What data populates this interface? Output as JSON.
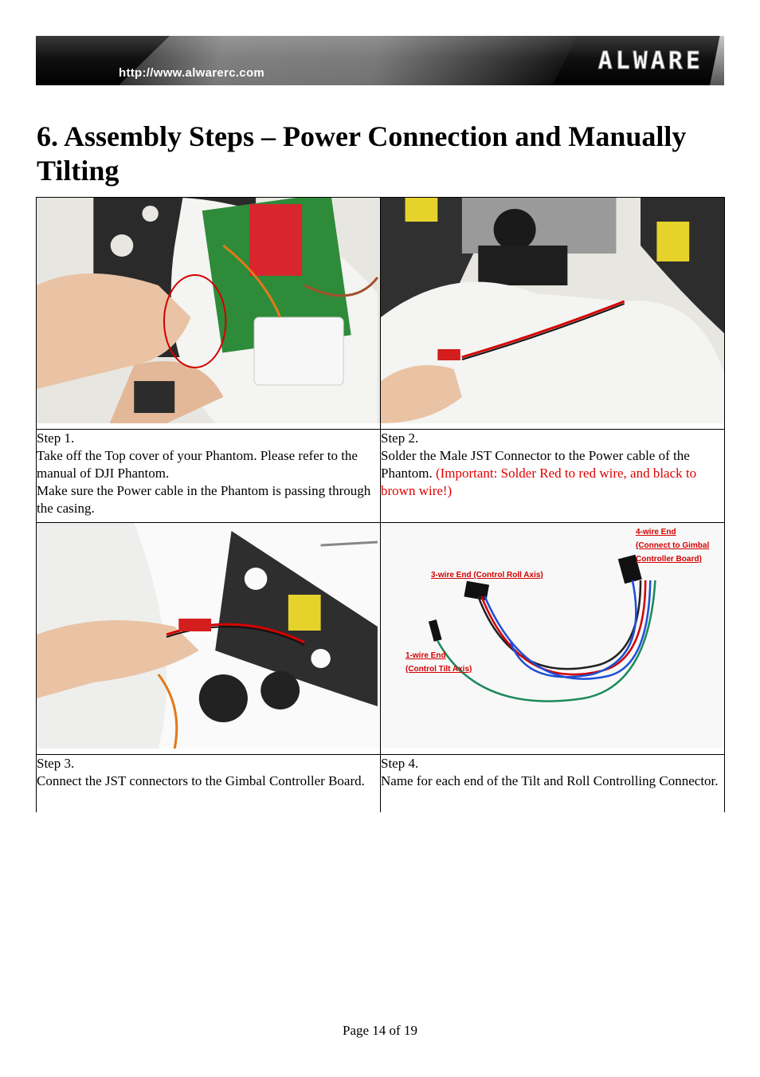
{
  "header": {
    "url": "http://www.alwarerc.com",
    "brand": "ALWARE"
  },
  "title": "6. Assembly Steps – Power Connection and Manually Tilting",
  "steps": [
    {
      "label": "Step 1.",
      "lines": [
        "Take off the Top cover of your Phantom. Please refer to the manual of DJI Phantom.",
        "Make sure the Power cable in the Phantom is passing through the casing."
      ]
    },
    {
      "label": "Step 2.",
      "text": "Solder the Male JST Connector to the Power cable of the Phantom.",
      "important": "(Important: Solder Red to red wire, and black to brown wire!)"
    },
    {
      "label": "Step 3.",
      "lines": [
        "Connect the JST connectors to the Gimbal Controller Board."
      ]
    },
    {
      "label": "Step 4.",
      "lines": [
        "Name for each end of the Tilt and Roll Controlling Connector."
      ]
    }
  ],
  "photo_labels": {
    "four_wire": "4-wire End",
    "four_wire_note_1": "(Connect to Gimbal",
    "four_wire_note_2": "Controller Board)",
    "three_wire": "3-wire End (Control Roll Axis)",
    "one_wire": "1-wire End",
    "one_wire_note": "(Control Tilt Axis)"
  },
  "footer": "Page 14 of 19",
  "colors": {
    "important_text": "#e00000",
    "callout_text": "#d40000"
  }
}
